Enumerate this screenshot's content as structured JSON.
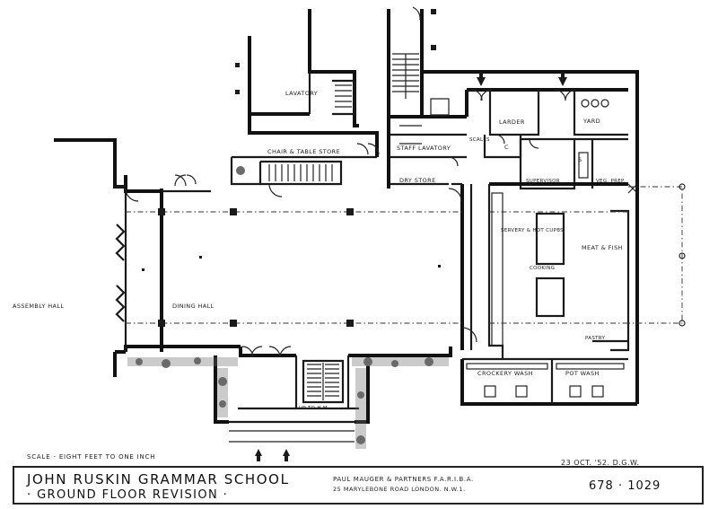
{
  "rooms": {
    "lavatory": "LAVATORY",
    "chair_table_store": "CHAIR & TABLE STORE",
    "staff_lavatory": "STAFF LAVATORY",
    "dry_store": "DRY STORE",
    "larder": "LARDER",
    "yard": "YARD",
    "scales": "SCALES",
    "c": "C",
    "supervisor": "SUPERVISOR",
    "s": "S",
    "veg_prep": "VEG. PREP.",
    "servery_hot_cupbs": "SERVERY & HOT CUPBS",
    "cooking": "COOKING",
    "meat_fish": "MEAT & FISH",
    "pastry": "PASTRY",
    "crockery_wash": "CROCKERY WASH",
    "pot_wash": "POT WASH",
    "assembly_hall": "ASSEMBLY HALL",
    "dining_hall": "DINING HALL",
    "up_to_hm": "UP TO H.M."
  },
  "notes": {
    "scale": "SCALE - EIGHT FEET TO ONE INCH",
    "date": "23 OCT. '52. D.G.W."
  },
  "title_block": {
    "school": "JOHN RUSKIN GRAMMAR SCHOOL",
    "subtitle": "· GROUND FLOOR REVISION ·",
    "architect": "PAUL MAUGER & PARTNERS F.A.R.I.B.A.",
    "address": "25 MARYLEBONE ROAD    LONDON. N.W.1.",
    "drawing_number": "678 · 1029"
  }
}
